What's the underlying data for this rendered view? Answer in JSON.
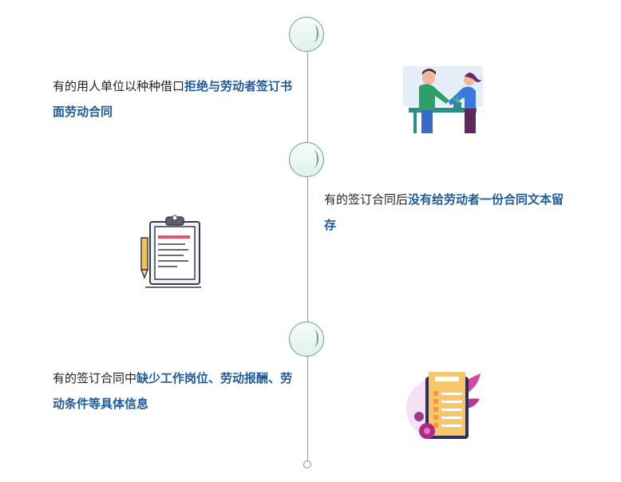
{
  "items": [
    {
      "plain": "有的用人单位以种种借口",
      "bold": "拒绝与劳动者签订书面劳动合同",
      "icon": "handshake-illustration"
    },
    {
      "plain": "有的签订合同后",
      "bold": "没有给劳动者一份合同文本留存",
      "icon": "clipboard-illustration"
    },
    {
      "plain": "有的签订合同中",
      "bold": "缺少工作岗位、劳动报酬、劳动条件等具体信息",
      "icon": "document-checklist-illustration"
    }
  ],
  "colors": {
    "accent": "#1e5b99",
    "timeline": "#6d9f8d"
  }
}
